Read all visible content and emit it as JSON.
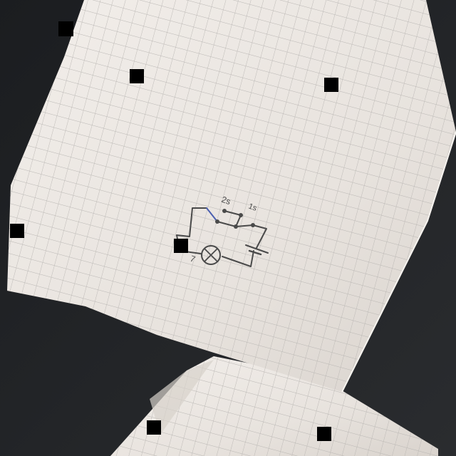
{
  "photo": {
    "background_color": "#15171a",
    "paper_color": "#e9e4df",
    "grid_color": "#b9b6b3",
    "pencil_color": "#4a4a4a",
    "switch_color": "#4b5fb0"
  },
  "sketch": {
    "label_top": "2s",
    "label_right": "1s",
    "label_lamp": "7"
  },
  "markers": [
    {
      "name": "marker-1"
    },
    {
      "name": "marker-2"
    },
    {
      "name": "marker-3"
    },
    {
      "name": "marker-4"
    },
    {
      "name": "marker-5"
    },
    {
      "name": "marker-6"
    },
    {
      "name": "marker-7"
    }
  ]
}
